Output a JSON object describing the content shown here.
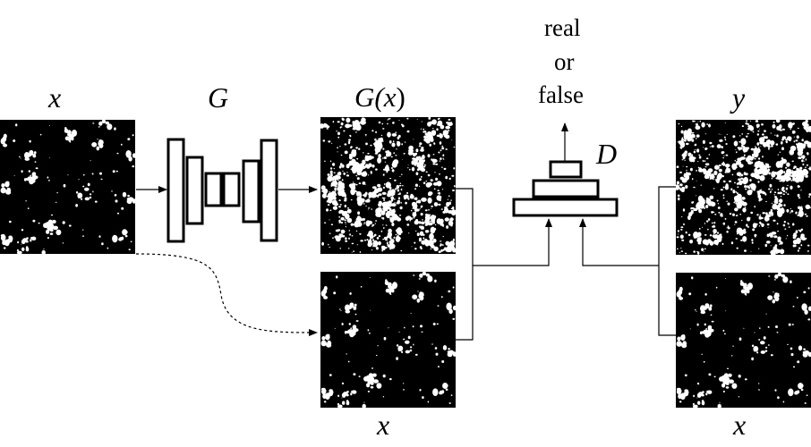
{
  "labels": {
    "input_x": "x",
    "generator": "G",
    "generated_prefix": "G(",
    "generated_var": "x",
    "generated_suffix": ")",
    "discriminator": "D",
    "target_y": "y",
    "cond_x_middle": "x",
    "cond_x_right": "x",
    "output_line1": "real",
    "output_line2": "or",
    "output_line3": "false"
  },
  "colors": {
    "background": "#ffffff",
    "ink": "#000000",
    "image_bg": "#000000",
    "speckle": "#ffffff"
  },
  "images": [
    {
      "name": "input-x-image",
      "density": "sparse"
    },
    {
      "name": "generated-gx-image",
      "density": "dense"
    },
    {
      "name": "condition-x-image",
      "density": "sparse"
    },
    {
      "name": "target-y-image",
      "density": "dense"
    },
    {
      "name": "condition-x-right-image",
      "density": "sparse"
    }
  ]
}
